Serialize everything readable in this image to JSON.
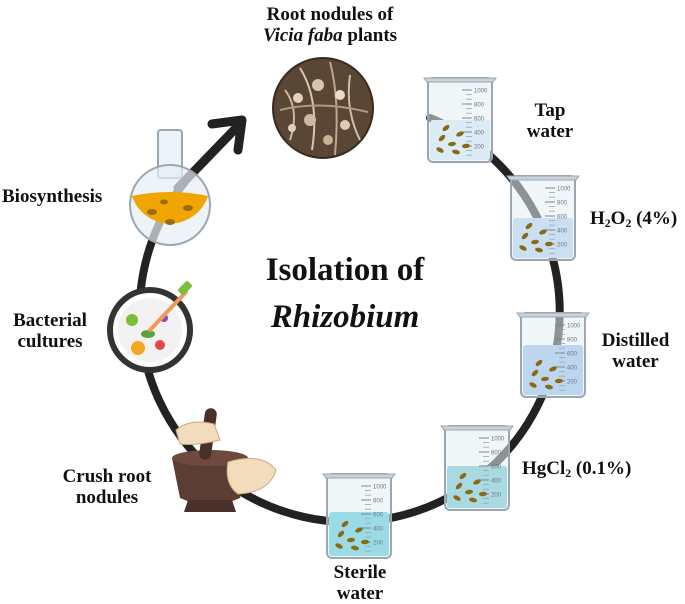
{
  "title": {
    "line1": "Isolation of",
    "line2": "Rhizobium"
  },
  "root_nodules": {
    "line1": "Root nodules of",
    "species": "Vicia faba",
    "suffix": " plants"
  },
  "beaker_scale": [
    "1000",
    "800",
    "600",
    "400",
    "200"
  ],
  "steps": {
    "tap_water": {
      "line1": "Tap",
      "line2": "water",
      "color": "#cfe8f5"
    },
    "h2o2": {
      "h": "H",
      "sub": "2",
      "o": "O",
      "sub2": "2",
      "rest": " (4%)",
      "color": "#a9cdf0"
    },
    "distilled": {
      "line1": "Distilled",
      "line2": "water",
      "color": "#8bb8ea"
    },
    "hgcl2": {
      "main": "HgCl",
      "sub": "2",
      "rest": " (0.1%)",
      "color": "#5fbfc9"
    },
    "sterile": {
      "line1": "Sterile",
      "line2": "water",
      "color": "#3ec3d4"
    },
    "crush": {
      "line1": "Crush root",
      "line2": "nodules"
    },
    "cultures": {
      "line1": "Bacterial",
      "line2": "cultures"
    },
    "biosynthesis": {
      "label": "Biosynthesis",
      "color": "#f0a500"
    }
  }
}
